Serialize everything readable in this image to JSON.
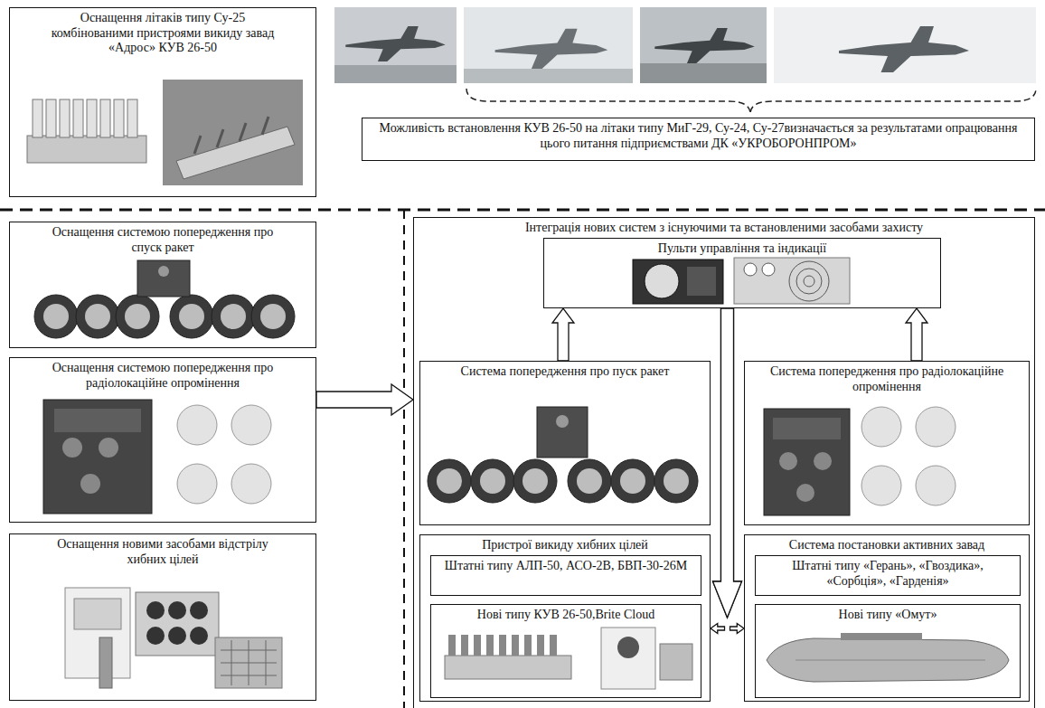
{
  "diagram": {
    "nodes": [
      {
        "text": [
          "Оснащення літаків типу Су-25 комбінованими пристроями викиду завад «Адрос» КУВ 26-50"
        ]
      },
      {
        "text": [
          "Можливість встановлення КУВ 26-50 на літаки типу МиГ-29, Су-24, Су-27визначається за результатами опрацювання цього питання підприємствами ДК «УКРОБОРОНПРОМ»"
        ]
      },
      {
        "text": [
          "Оснащення системою попередження про спуск ракет"
        ]
      },
      {
        "text": [
          "Оснащення системою попередження про радіолокаційне опромінення"
        ]
      },
      {
        "text": [
          "Оснащення новими засобами відстрілу хибних цілей"
        ]
      },
      {
        "text": [
          "Інтеграція нових систем з існуючими та встановленими засобами захисту"
        ]
      },
      {
        "text": [
          "Пульти управління та індикації"
        ],
        "in": 5
      },
      {
        "text": [
          "Система попередження про пуск ракет"
        ],
        "in": 5
      },
      {
        "text": [
          "Система попередження про радіолокаційне опромінення"
        ],
        "in": 5
      },
      {
        "text": [
          "Пристрої викиду хибних цілей"
        ],
        "in": 5
      },
      {
        "text": [
          "Штатні типу АЛП-50, АСО-2В, БВП-30-26М"
        ],
        "in": 9
      },
      {
        "text": [
          "Нові типу КУВ 26-50,Brite Cloud"
        ],
        "in": 9
      },
      {
        "text": [
          "Система постановки активних завад"
        ],
        "in": 5
      },
      {
        "text": [
          "Штатні типу «Герань», «Гвоздика», «Сорбція», «Гарденія»"
        ],
        "in": 12
      },
      {
        "text": [
          "Нові типу «Омут»"
        ],
        "in": 12
      }
    ],
    "edges": [
      {
        "from": 3,
        "to": 5,
        "arrow": "to"
      },
      {
        "from": 7,
        "to": 6,
        "arrow": "to"
      },
      {
        "from": 8,
        "to": 6,
        "arrow": "to"
      },
      {
        "from": 6,
        "to": 9,
        "arrow": "to"
      },
      {
        "from": 6,
        "to": 12,
        "arrow": "to"
      }
    ]
  }
}
